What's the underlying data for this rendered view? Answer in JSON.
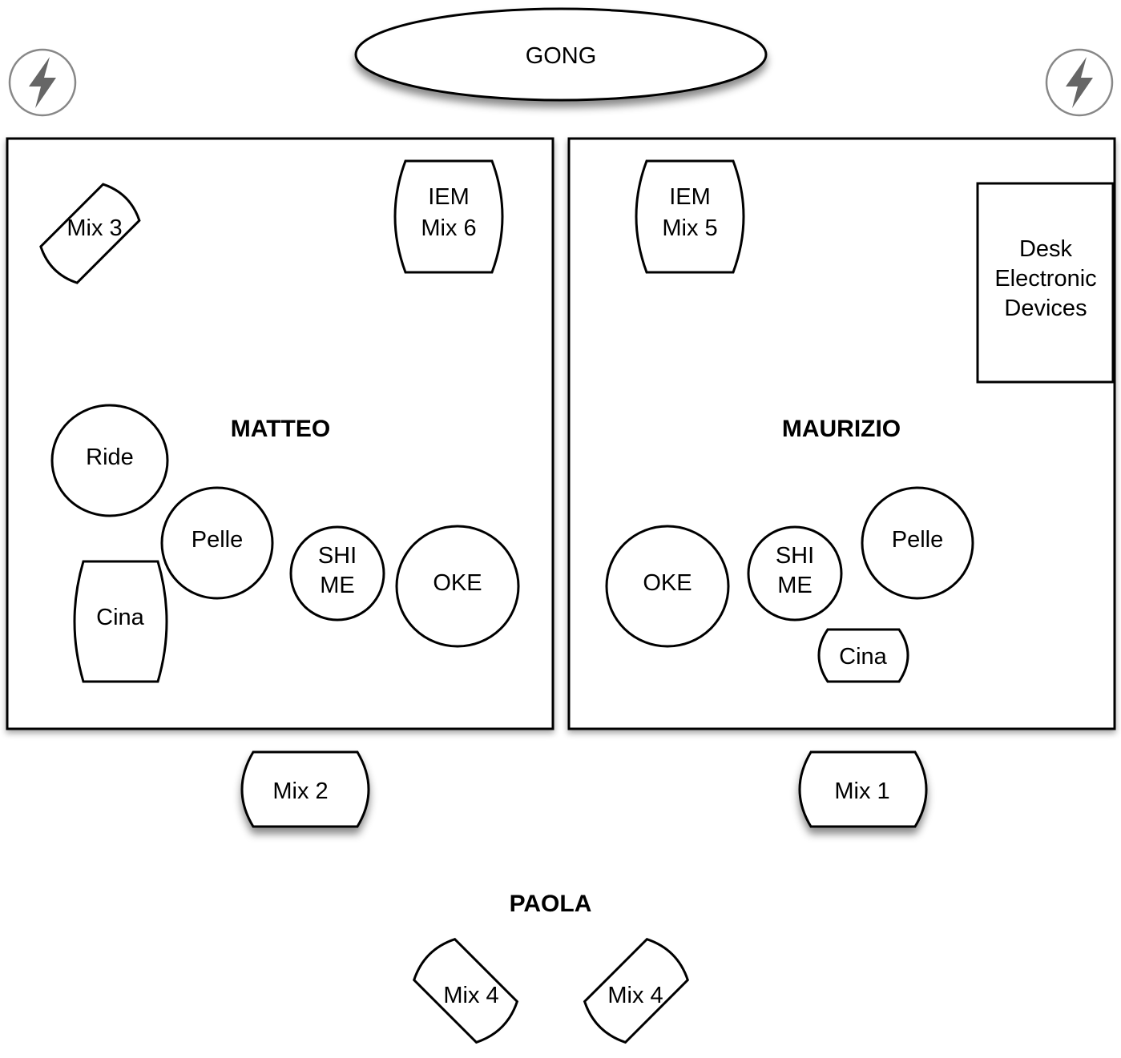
{
  "gong": {
    "label": "GONG"
  },
  "power_outlets": [
    {
      "icon": "lightning-bolt-icon"
    },
    {
      "icon": "lightning-bolt-icon"
    }
  ],
  "matteo": {
    "name": "MATTEO",
    "mix3": "Mix 3",
    "iem6": [
      "IEM",
      "Mix 6"
    ],
    "ride": "Ride",
    "pelle": "Pelle",
    "cina": "Cina",
    "shime": [
      "SHI",
      "ME"
    ],
    "oke": "OKE"
  },
  "maurizio": {
    "name": "MAURIZIO",
    "iem5": [
      "IEM",
      "Mix 5"
    ],
    "desk": [
      "Desk",
      "Electronic",
      "Devices"
    ],
    "oke": "OKE",
    "shime": [
      "SHI",
      "ME"
    ],
    "pelle": "Pelle",
    "cina": "Cina"
  },
  "monitors": {
    "mix2": "Mix 2",
    "mix1": "Mix 1"
  },
  "paola": {
    "name": "PAOLA",
    "mix4_left": "Mix 4",
    "mix4_right": "Mix 4"
  }
}
